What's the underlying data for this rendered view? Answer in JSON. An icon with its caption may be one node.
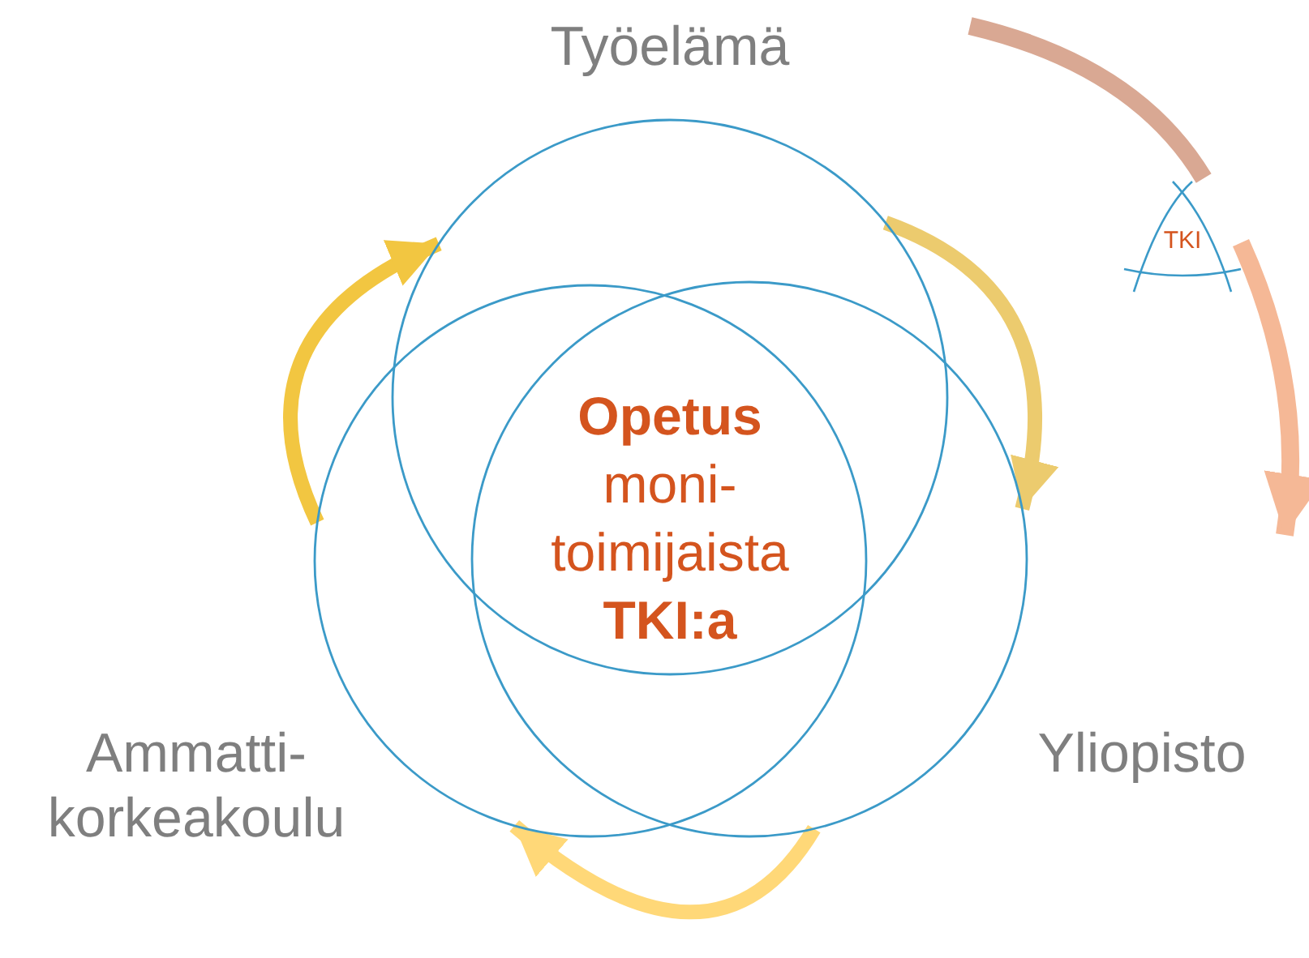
{
  "diagram": {
    "nodes": [
      {
        "text": [
          "Työelämä"
        ]
      },
      {
        "text": [
          "Ammatti- korkeakoulu"
        ]
      },
      {
        "text": [
          "Yliopisto"
        ]
      },
      {
        "text": [
          "TKI"
        ]
      }
    ],
    "edges": [
      {
        "from": 1,
        "to": 0,
        "arrow": "to"
      },
      {
        "from": 0,
        "to": 2,
        "arrow": "to"
      },
      {
        "from": 2,
        "to": 1,
        "arrow": "to"
      },
      {
        "from": null,
        "to": 3,
        "arrow": "none",
        "color": "#d9a893"
      },
      {
        "from": 3,
        "to": null,
        "arrow": "to",
        "color": "#f5b896"
      }
    ],
    "labels": [
      "**Opetus** moni- toimijaista **TKI:a**"
    ]
  }
}
